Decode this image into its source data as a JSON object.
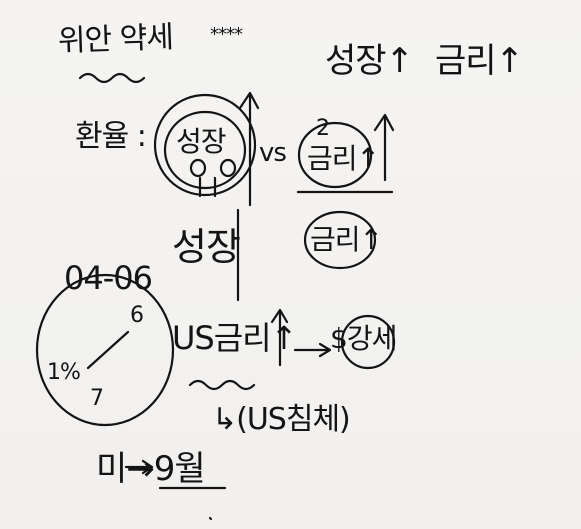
{
  "notes": {
    "title": "위안 약세",
    "stars": "****",
    "top_growth": "성장↑",
    "top_rate": "금리↑",
    "left_label": "환율 :",
    "growth_circled": "성장",
    "vs": "vs",
    "rate_hike": "금리↑",
    "rate_hike_prefix": "2",
    "growth_middle": "성장",
    "rate_middle": "금리↑",
    "year_range": "04-06",
    "pie_one": "1%",
    "pie_seven": "7",
    "pie_six": "6",
    "us_rate": "US금리↑",
    "dollar_strength": "$강세",
    "us_recession": "↳(US침체)",
    "bottom_note": "미→9월"
  },
  "colors": {
    "background": "#f4f3f1",
    "ink": "#141414"
  }
}
